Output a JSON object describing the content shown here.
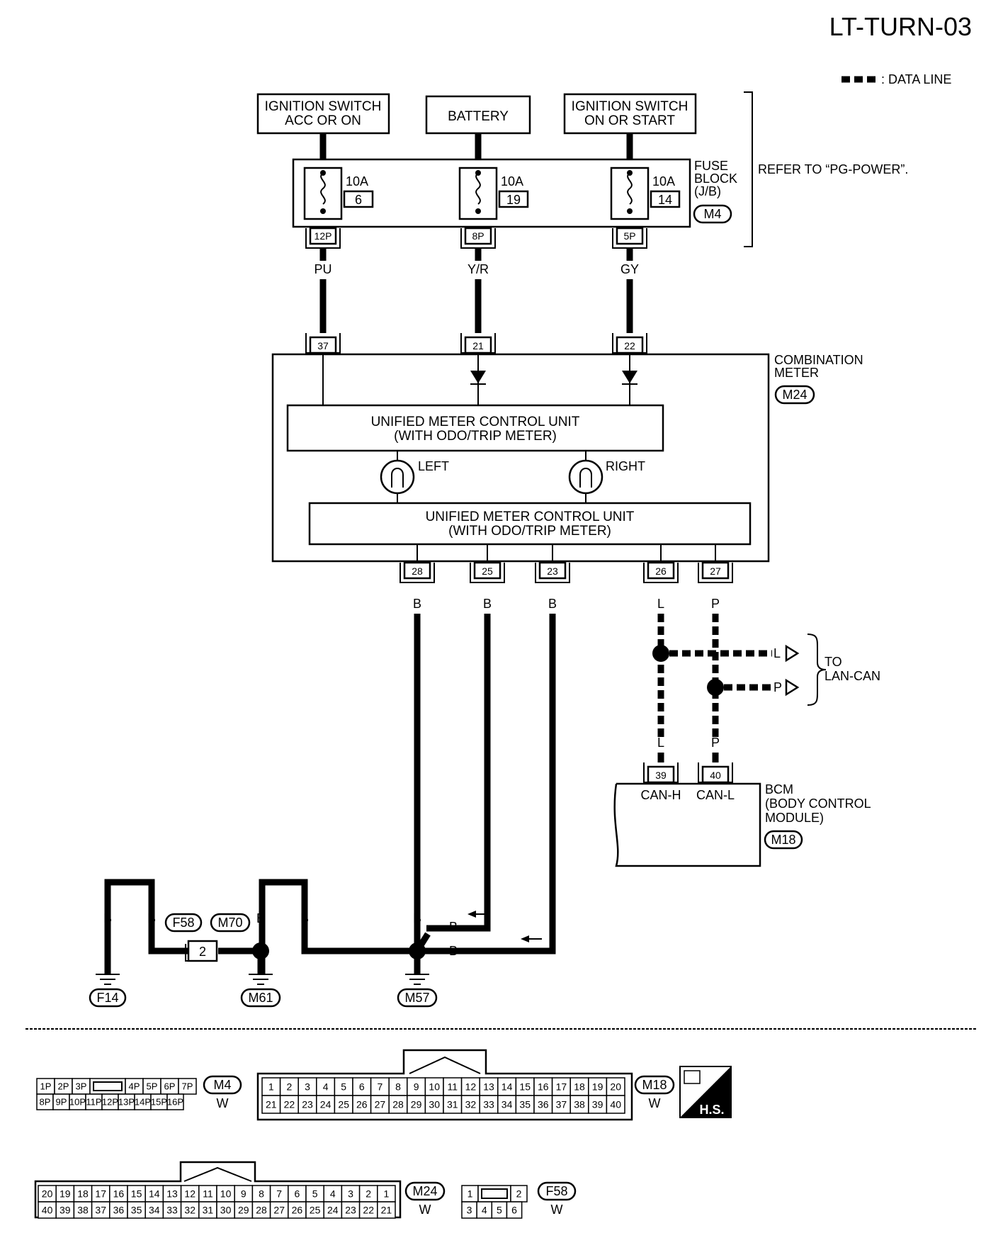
{
  "header": {
    "title": "LT-TURN-03",
    "legend": ": DATA LINE"
  },
  "power": {
    "ign_acc": "IGNITION SWITCH\nACC OR ON",
    "battery": "BATTERY",
    "ign_on": "IGNITION SWITCH\nON OR START",
    "refer": "REFER TO “PG-POWER”."
  },
  "fuse_block": {
    "name": "FUSE\nBLOCK\n(J/B)",
    "connector": "M4",
    "fuses": [
      {
        "amp": "10A",
        "num": "6",
        "term": "12P",
        "wire": "PU"
      },
      {
        "amp": "10A",
        "num": "19",
        "term": "8P",
        "wire": "Y/R"
      },
      {
        "amp": "10A",
        "num": "14",
        "term": "5P",
        "wire": "GY"
      }
    ]
  },
  "combination_meter": {
    "name": "COMBINATION\nMETER",
    "connector": "M24",
    "top_pins": [
      "37",
      "21",
      "22"
    ],
    "unit_upper": "UNIFIED METER CONTROL UNIT\n(WITH ODO/TRIP METER)",
    "unit_lower": "UNIFIED METER CONTROL UNIT\n(WITH ODO/TRIP METER)",
    "lamp_left": "LEFT",
    "lamp_right": "RIGHT",
    "bottom_pins": [
      {
        "pin": "28",
        "wire": "B"
      },
      {
        "pin": "25",
        "wire": "B"
      },
      {
        "pin": "23",
        "wire": "B"
      },
      {
        "pin": "26",
        "wire": "L"
      },
      {
        "pin": "27",
        "wire": "P"
      }
    ]
  },
  "lan_can": {
    "text": "TO\nLAN-CAN",
    "l": "L",
    "p": "P"
  },
  "bcm": {
    "name": "BCM\n(BODY CONTROL\nMODULE)",
    "connector": "M18",
    "pins": [
      {
        "pin": "39",
        "label": "CAN-H",
        "wire": "L"
      },
      {
        "pin": "40",
        "label": "CAN-L",
        "wire": "P"
      }
    ]
  },
  "ground": {
    "wire": "B",
    "connector_pair": [
      "F58",
      "M70"
    ],
    "connector_pin": "2",
    "points": [
      "F14",
      "M61",
      "M57"
    ]
  },
  "connectors": {
    "m4": {
      "id": "M4",
      "color": "W",
      "row1": [
        "1P",
        "2P",
        "3P",
        "",
        "4P",
        "5P",
        "6P",
        "7P"
      ],
      "row2": [
        "8P",
        "9P",
        "10P",
        "11P",
        "12P",
        "13P",
        "14P",
        "15P",
        "16P"
      ]
    },
    "m18": {
      "id": "M18",
      "color": "W",
      "row1": [
        "1",
        "2",
        "3",
        "4",
        "5",
        "6",
        "7",
        "8",
        "9",
        "10",
        "11",
        "12",
        "13",
        "14",
        "15",
        "16",
        "17",
        "18",
        "19",
        "20"
      ],
      "row2": [
        "21",
        "22",
        "23",
        "24",
        "25",
        "26",
        "27",
        "28",
        "29",
        "30",
        "31",
        "32",
        "33",
        "34",
        "35",
        "36",
        "37",
        "38",
        "39",
        "40"
      ]
    },
    "m24": {
      "id": "M24",
      "color": "W",
      "row1": [
        "20",
        "19",
        "18",
        "17",
        "16",
        "15",
        "14",
        "13",
        "12",
        "11",
        "10",
        "9",
        "8",
        "7",
        "6",
        "5",
        "4",
        "3",
        "2",
        "1"
      ],
      "row2": [
        "40",
        "39",
        "38",
        "37",
        "36",
        "35",
        "34",
        "33",
        "32",
        "31",
        "30",
        "29",
        "28",
        "27",
        "26",
        "25",
        "24",
        "23",
        "22",
        "21"
      ]
    },
    "f58": {
      "id": "F58",
      "color": "W",
      "row1": [
        "1",
        "",
        "2"
      ],
      "row2": [
        "3",
        "4",
        "5",
        "6"
      ]
    }
  },
  "hs_badge": "H.S."
}
